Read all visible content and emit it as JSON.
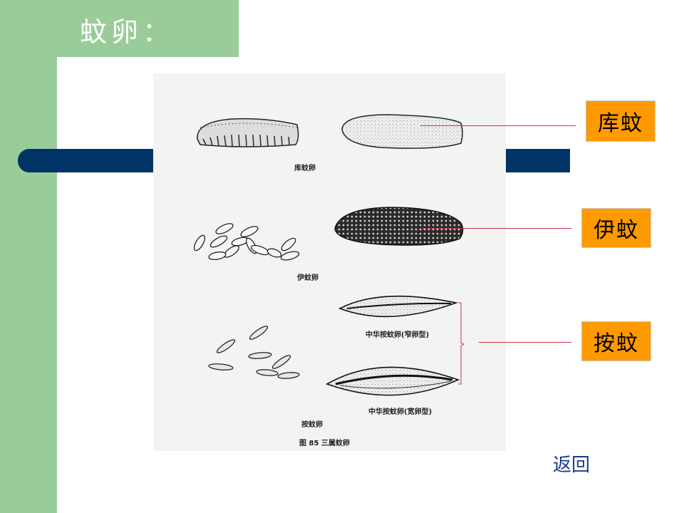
{
  "slide": {
    "title": "蚊卵：",
    "back_label": "返回"
  },
  "labels": {
    "culex": "库蚊",
    "aedes": "伊蚊",
    "anopheles": "按蚊"
  },
  "figure": {
    "caption_culex": "库蚊卵",
    "caption_aedes": "伊蚊卵",
    "caption_anopheles": "按蚊卵",
    "caption_narrow": "中华按蚊卵(窄卵型)",
    "caption_wide": "中华按蚊卵(宽卵型)",
    "caption_figure": "图 85    三属蚊卵"
  },
  "colors": {
    "sidebar": "#99cc99",
    "bar": "#003366",
    "label_box": "#ff9900",
    "pointer_line": "#cc3344",
    "link": "#1a3a8a"
  }
}
